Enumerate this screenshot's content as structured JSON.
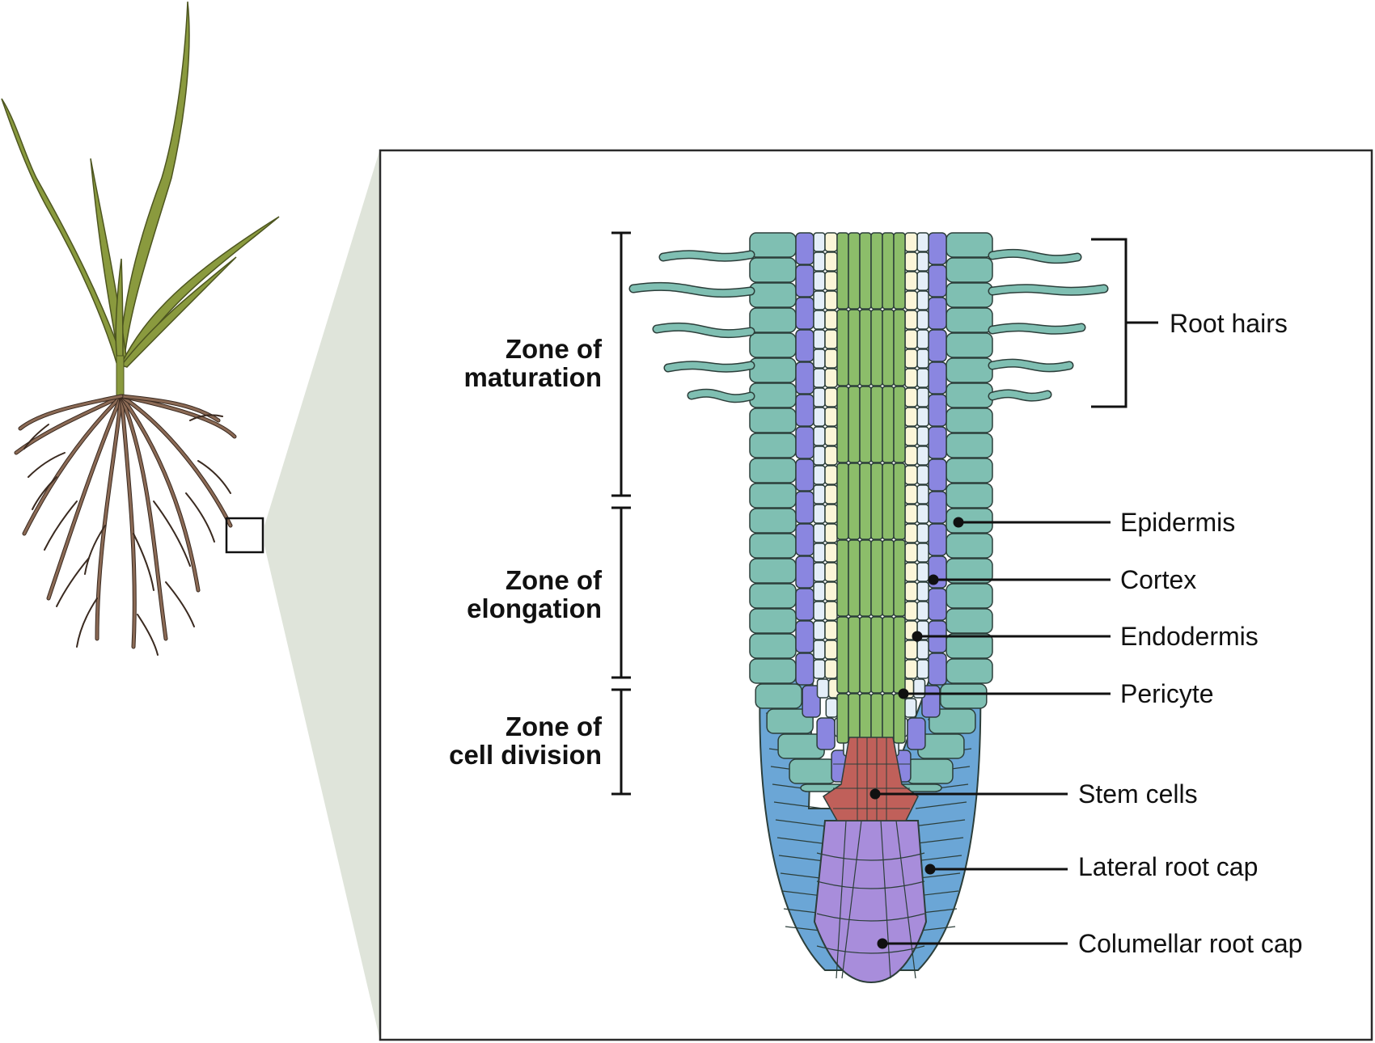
{
  "figure": {
    "title": "Plant root tip anatomy",
    "overview_icon": "plant-with-roots",
    "inset_marker": "zoom-box"
  },
  "zones": [
    {
      "id": "maturation",
      "line1": "Zone of",
      "line2": "maturation"
    },
    {
      "id": "elongation",
      "line1": "Zone of",
      "line2": "elongation"
    },
    {
      "id": "division",
      "line1": "Zone of",
      "line2": "cell division"
    }
  ],
  "labels": {
    "root_hairs": "Root hairs",
    "epidermis": "Epidermis",
    "cortex": "Cortex",
    "endodermis": "Endodermis",
    "pericyte": "Pericyte",
    "stem_cells": "Stem cells",
    "lateral_root_cap": "Lateral root cap",
    "columellar_root_cap": "Columellar root cap"
  },
  "colors": {
    "leaf": "#8a9a3e",
    "leaf_outline": "#4d5520",
    "root": "#8b6a55",
    "root_outline": "#3a2a20",
    "zoom_wedge": "#dfe4da",
    "epidermis": "#7fbfb2",
    "cortex": "#8a86e0",
    "endodermis": "#e4eef8",
    "pericyte": "#fbf5d8",
    "vascular": "#8cbd6a",
    "stem_cells": "#c0605a",
    "lateral_root_cap": "#6ba6d6",
    "columellar_root_cap": "#a88ddb",
    "outline": "#2c3e3a"
  }
}
